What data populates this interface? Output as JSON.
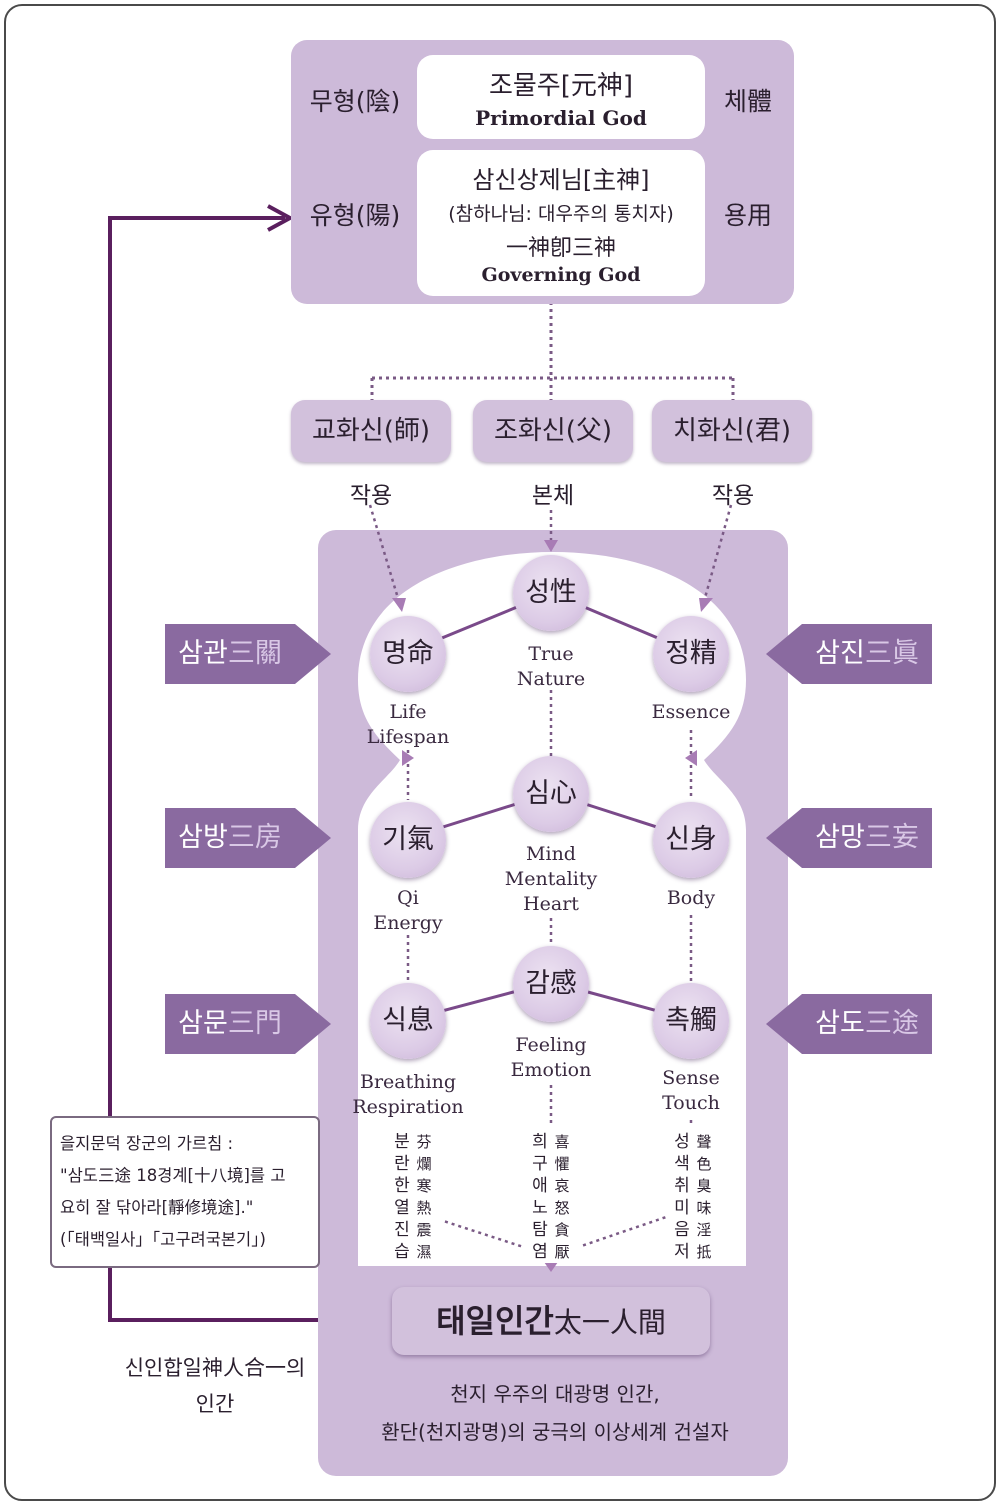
{
  "top": {
    "left_top": "무형(陰)",
    "left_bottom": "유형(陽)",
    "right_top": "체體",
    "right_bottom": "용用",
    "creator_kr": "조물주[元神]",
    "creator_en": "Primordial God",
    "governing_kr": "삼신상제님[主神]",
    "governing_desc": "(참하나님: 대우주의 통치자)",
    "governing_hanja": "一神卽三神",
    "governing_en": "Governing God"
  },
  "gods": [
    {
      "name": "교화신(師)",
      "role": "작용"
    },
    {
      "name": "조화신(父)",
      "role": "본체"
    },
    {
      "name": "치화신(君)",
      "role": "작용"
    }
  ],
  "tags": {
    "left": [
      {
        "kr": "삼관",
        "hanja": "三關"
      },
      {
        "kr": "삼방",
        "hanja": "三房"
      },
      {
        "kr": "삼문",
        "hanja": "三門"
      }
    ],
    "right": [
      {
        "kr": "삼진",
        "hanja": "三眞"
      },
      {
        "kr": "삼망",
        "hanja": "三妄"
      },
      {
        "kr": "삼도",
        "hanja": "三途"
      }
    ]
  },
  "nodes": {
    "seong": {
      "label": "성性",
      "desc": "True\nNature"
    },
    "myeong": {
      "label": "명命",
      "desc": "Life\nLifespan"
    },
    "jeong": {
      "label": "정精",
      "desc": "Essence"
    },
    "sim": {
      "label": "심心",
      "desc": "Mind\nMentality\nHeart"
    },
    "gi": {
      "label": "기氣",
      "desc": "Qi\nEnergy"
    },
    "sin": {
      "label": "신身",
      "desc": "Body"
    },
    "gam": {
      "label": "감感",
      "desc": "Feeling\nEmotion"
    },
    "sik": {
      "label": "식息",
      "desc": "Breathing\nRespiration"
    },
    "chok": {
      "label": "촉觸",
      "desc": "Sense\nTouch"
    }
  },
  "vertical_lists": {
    "left_kr": "분\n란\n한\n열\n진\n습",
    "left_hanja": "芬\n爛\n寒\n熱\n震\n濕",
    "center_kr": "희\n구\n애\n노\n탐\n염",
    "center_hanja": "喜\n懼\n哀\n怒\n貪\n厭",
    "right_kr": "성\n색\n취\n미\n음\n저",
    "right_hanja": "聲\n色\n臭\n味\n淫\n抵"
  },
  "quote": {
    "line1": "을지문덕 장군의 가르침 :",
    "line2": "\"삼도三途 18경계[十八境]를 고",
    "line3": "요히 잘 닦아라[靜修境途].\"",
    "line4": "(「태백일사」「고구려국본기」)"
  },
  "left_caption": {
    "line1": "신인합일神人合一의",
    "line2": "인간"
  },
  "result": {
    "title_kr": "태일인간",
    "title_hanja": "太一人間",
    "desc1": "천지 우주의 대광명 인간,",
    "desc2": "환단(천지광명)의 궁극의 이상세계 건설자"
  },
  "colors": {
    "panel": "#cdbad9",
    "tag": "#8a6aa0",
    "arrow": "#5a1f5e",
    "dotted": "#7a5a85"
  }
}
